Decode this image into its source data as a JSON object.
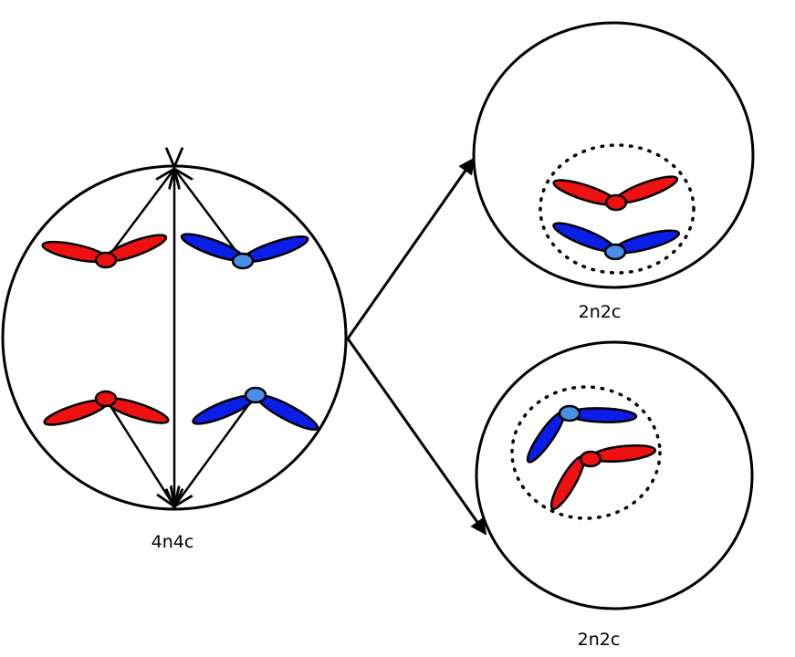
{
  "labels": {
    "parent": "4n4c",
    "daughter_top": "2n2c",
    "daughter_bottom": "2n2c"
  },
  "colors": {
    "red": "#ee1111",
    "blue": "#0a1ee8",
    "light_blue": "#4a8ee8"
  }
}
